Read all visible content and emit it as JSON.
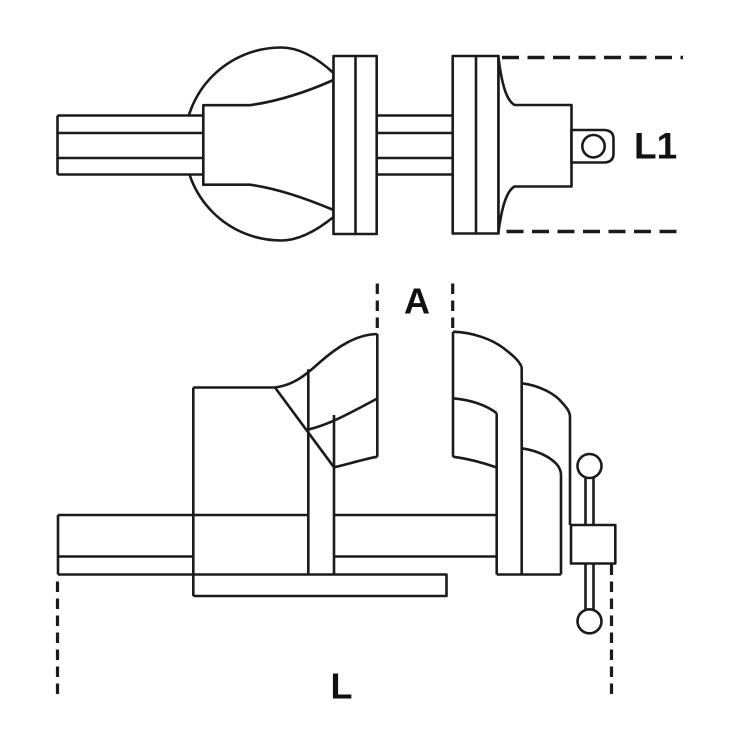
{
  "page": {
    "background": "#ffffff"
  },
  "colors": {
    "line": "#1b1b1b",
    "fill": "#ffffff",
    "text": "#111111"
  },
  "diagram": {
    "type": "technical-line-drawing",
    "subject": "bench vice shown in two orthographic views",
    "views": [
      {
        "id": "top-view",
        "description": "top view of vice with dashed extension lines",
        "dimension_label": "L1"
      },
      {
        "id": "side-view",
        "description": "side view of vice with jaw opening and overall length guides",
        "dimension_labels": [
          "A",
          "L"
        ]
      }
    ],
    "labels": {
      "l1": "L1",
      "a": "A",
      "l": "L"
    }
  }
}
